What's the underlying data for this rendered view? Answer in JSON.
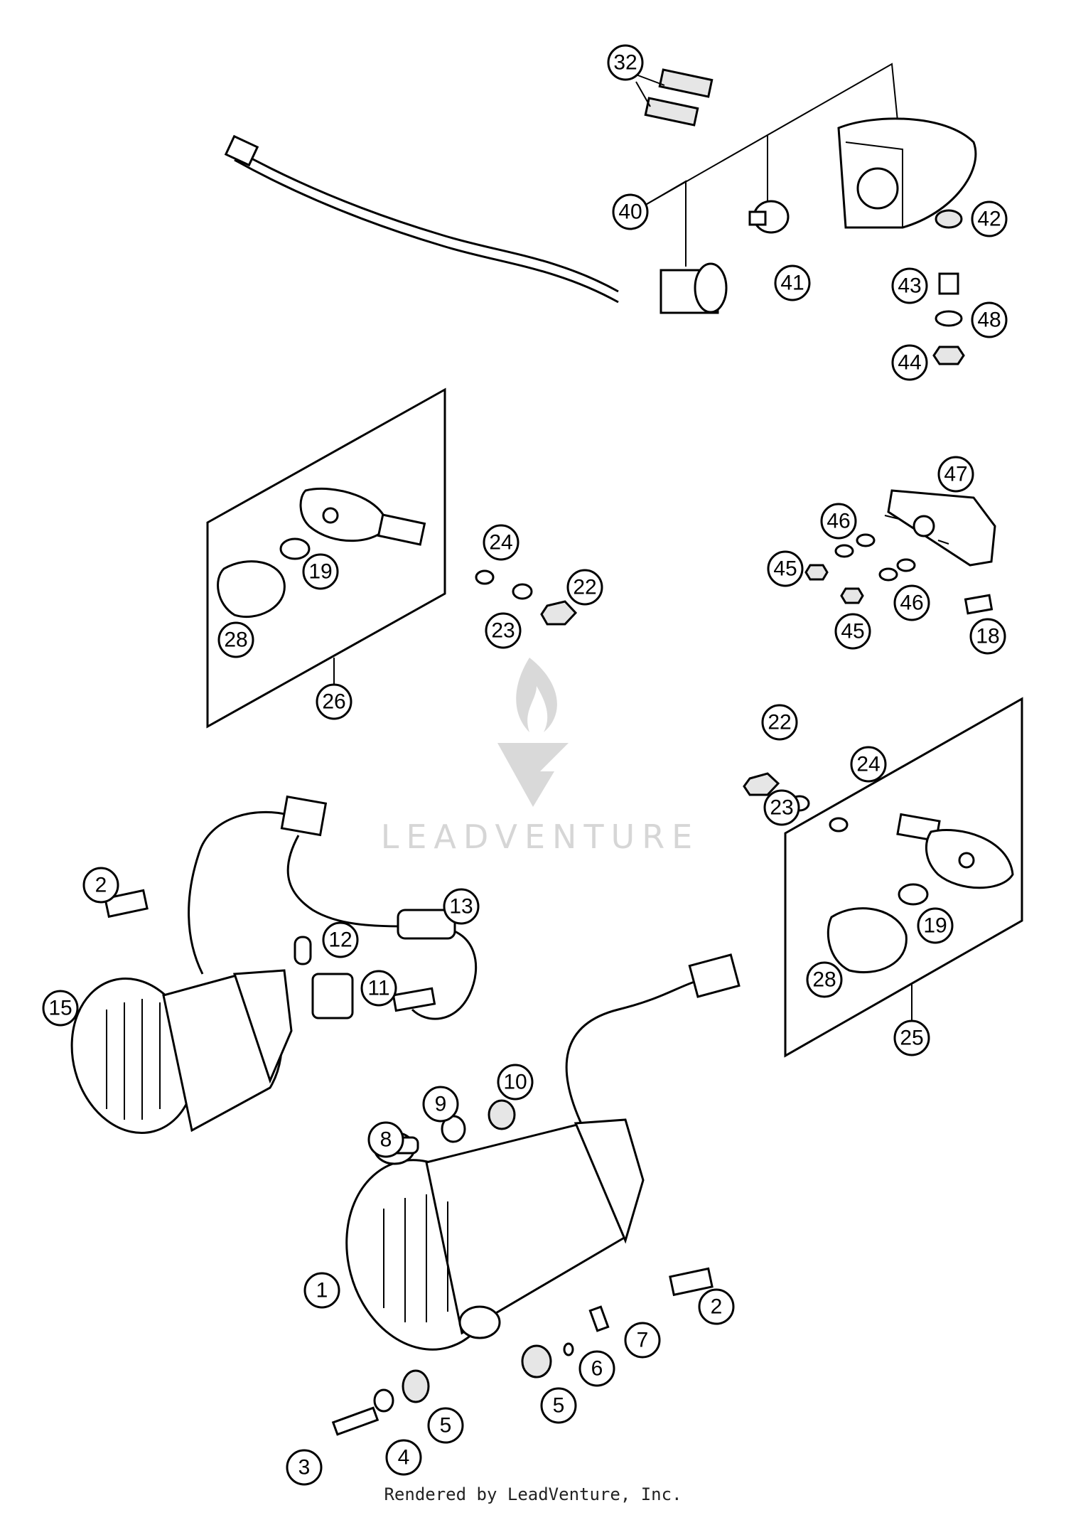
{
  "callouts": [
    {
      "id": "c1",
      "label": "1"
    },
    {
      "id": "c2a",
      "label": "2"
    },
    {
      "id": "c2b",
      "label": "2"
    },
    {
      "id": "c3",
      "label": "3"
    },
    {
      "id": "c4",
      "label": "4"
    },
    {
      "id": "c5a",
      "label": "5"
    },
    {
      "id": "c5b",
      "label": "5"
    },
    {
      "id": "c6",
      "label": "6"
    },
    {
      "id": "c7",
      "label": "7"
    },
    {
      "id": "c8",
      "label": "8"
    },
    {
      "id": "c9",
      "label": "9"
    },
    {
      "id": "c10",
      "label": "10"
    },
    {
      "id": "c11",
      "label": "11"
    },
    {
      "id": "c12",
      "label": "12"
    },
    {
      "id": "c13",
      "label": "13"
    },
    {
      "id": "c15",
      "label": "15"
    },
    {
      "id": "c18",
      "label": "18"
    },
    {
      "id": "c19a",
      "label": "19"
    },
    {
      "id": "c19b",
      "label": "19"
    },
    {
      "id": "c22a",
      "label": "22"
    },
    {
      "id": "c22b",
      "label": "22"
    },
    {
      "id": "c23a",
      "label": "23"
    },
    {
      "id": "c23b",
      "label": "23"
    },
    {
      "id": "c24a",
      "label": "24"
    },
    {
      "id": "c24b",
      "label": "24"
    },
    {
      "id": "c25",
      "label": "25"
    },
    {
      "id": "c26",
      "label": "26"
    },
    {
      "id": "c28a",
      "label": "28"
    },
    {
      "id": "c28b",
      "label": "28"
    },
    {
      "id": "c32",
      "label": "32"
    },
    {
      "id": "c40",
      "label": "40"
    },
    {
      "id": "c41",
      "label": "41"
    },
    {
      "id": "c42",
      "label": "42"
    },
    {
      "id": "c43",
      "label": "43"
    },
    {
      "id": "c44",
      "label": "44"
    },
    {
      "id": "c45a",
      "label": "45"
    },
    {
      "id": "c45b",
      "label": "45"
    },
    {
      "id": "c46a",
      "label": "46"
    },
    {
      "id": "c46b",
      "label": "46"
    },
    {
      "id": "c47",
      "label": "47"
    },
    {
      "id": "c48",
      "label": "48"
    }
  ],
  "watermark": "LEADVENTURE",
  "footer": "Rendered by LeadVenture, Inc."
}
